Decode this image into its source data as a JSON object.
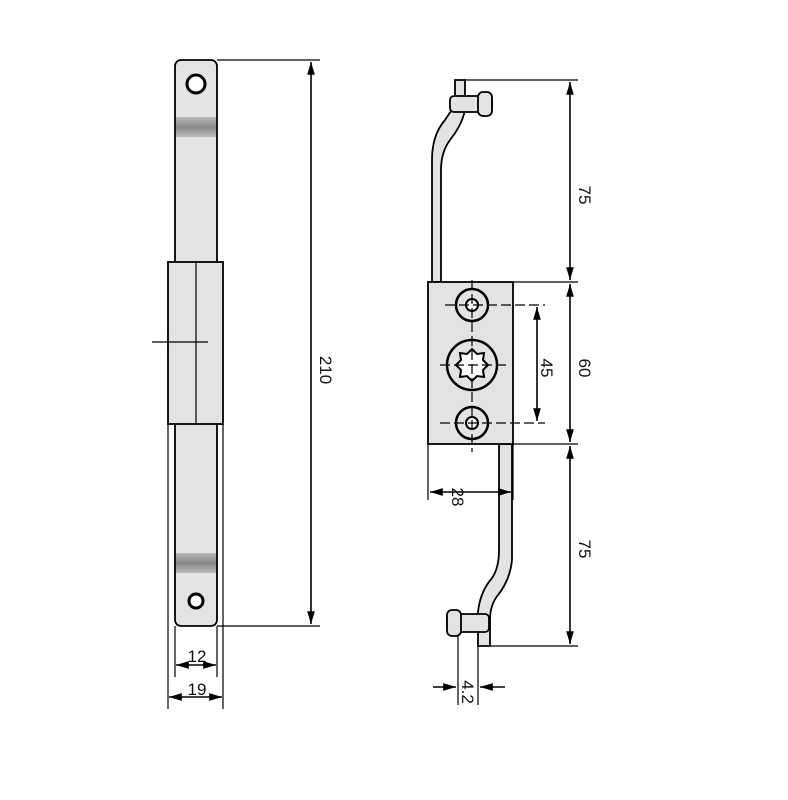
{
  "drawing": {
    "side_view": {
      "overall_length": "210",
      "inner_width": "12",
      "outer_width": "19"
    },
    "front_view": {
      "upper_rod": "75",
      "housing_height": "60",
      "hole_spacing": "45",
      "housing_width": "28",
      "lower_rod": "75",
      "rod_thickness": "4.2"
    }
  },
  "colors": {
    "part_fill": "#e3e3e3",
    "band": "#9a9a9a",
    "line": "#000000"
  }
}
